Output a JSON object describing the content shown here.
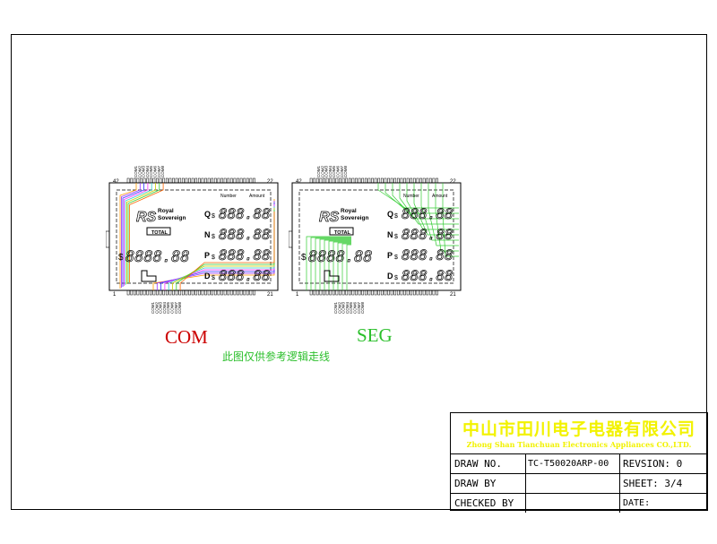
{
  "company": {
    "name_cn": "中山市田川电子电器有限公司",
    "name_en": "Zhong Shan Tianchuan Electronics Appliances CO.,LTD."
  },
  "title_block": {
    "draw_no_label": "DRAW NO.",
    "draw_no": "TC-T50020ARP-00",
    "revision": "REVSION: 0",
    "draw_by_label": "DRAW BY",
    "sheet": "SHEET: 3/4",
    "checked_by_label": "CHECKED BY",
    "date": "DATE:"
  },
  "labels": {
    "com": "COM",
    "seg": "SEG",
    "note": "此图仅供参考逻辑走线"
  },
  "lcd": {
    "logo": "RS",
    "brand_line1": "Royal",
    "brand_line2": "Sovereign",
    "total": "TOTAL",
    "number": "Number",
    "amount": "Amount",
    "currency": "$",
    "main_digits": "8888.88",
    "row_digits": "888.88",
    "rows": [
      "Q",
      "N",
      "P",
      "D"
    ],
    "pins": {
      "top_left": "42",
      "top_right": "22",
      "bottom_left": "1",
      "bottom_right": "21"
    },
    "com_pins": [
      "COM1",
      "COM2",
      "COM3",
      "COM4",
      "COM5",
      "COM6",
      "COM7",
      "COM8"
    ]
  },
  "colors": {
    "com_label": "#cc0000",
    "seg_label": "#2bbf2b",
    "company": "#f2f200",
    "seg_trace": "#33cc33"
  },
  "com_trace_colors": [
    "#ff9900",
    "#9933ff",
    "#3333ff",
    "#ff33ff",
    "#33cccc",
    "#cccc00",
    "#33cc33",
    "#ff6600"
  ]
}
